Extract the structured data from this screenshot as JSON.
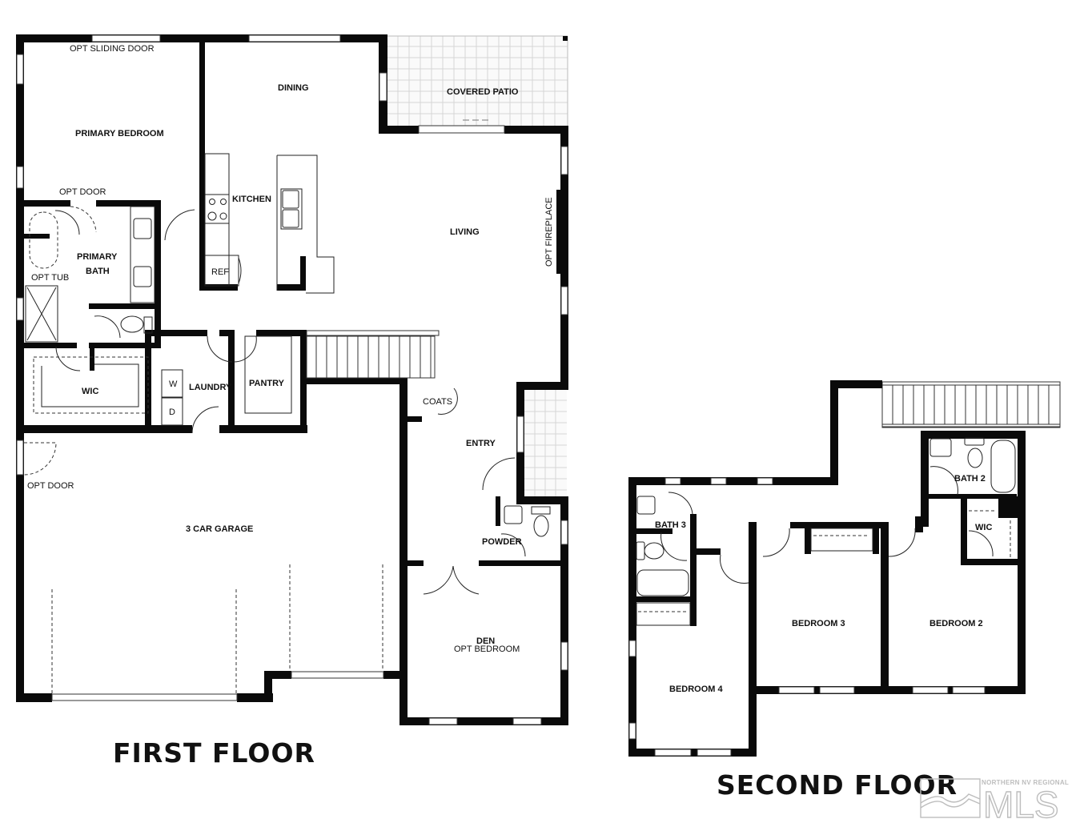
{
  "first_floor": {
    "title": "FIRST FLOOR",
    "rooms": {
      "primary_bedroom": "PRIMARY BEDROOM",
      "dining": "DINING",
      "covered_patio": "COVERED PATIO",
      "kitchen": "KITCHEN",
      "ref": "REF",
      "living": "LIVING",
      "primary_bath_line1": "PRIMARY",
      "primary_bath_line2": "BATH",
      "wic": "WIC",
      "laundry": "LAUNDRY",
      "washer": "W",
      "dryer": "D",
      "pantry": "PANTRY",
      "coats": "COATS",
      "entry": "ENTRY",
      "powder": "POWDER",
      "garage": "3 CAR GARAGE",
      "den": "DEN",
      "den_sub": "OPT BEDROOM"
    },
    "notes": {
      "opt_sliding_door": "OPT SLIDING DOOR",
      "opt_door_bath": "OPT DOOR",
      "opt_tub": "OPT TUB",
      "opt_fireplace": "OPT FIREPLACE",
      "opt_door_garage": "OPT DOOR"
    }
  },
  "second_floor": {
    "title": "SECOND FLOOR",
    "rooms": {
      "bath_2": "BATH 2",
      "bath_3": "BATH 3",
      "wic": "WIC",
      "bedroom_2": "BEDROOM 2",
      "bedroom_3": "BEDROOM 3",
      "bedroom_4": "BEDROOM 4"
    }
  },
  "watermark": {
    "top_line": "NORTHERN NV REGIONAL",
    "brand": "MLS",
    "color": "#bdbdbd"
  },
  "colors": {
    "wall": "#0a0a0a",
    "background": "#ffffff",
    "patio_grid": "#d6d6d6"
  }
}
